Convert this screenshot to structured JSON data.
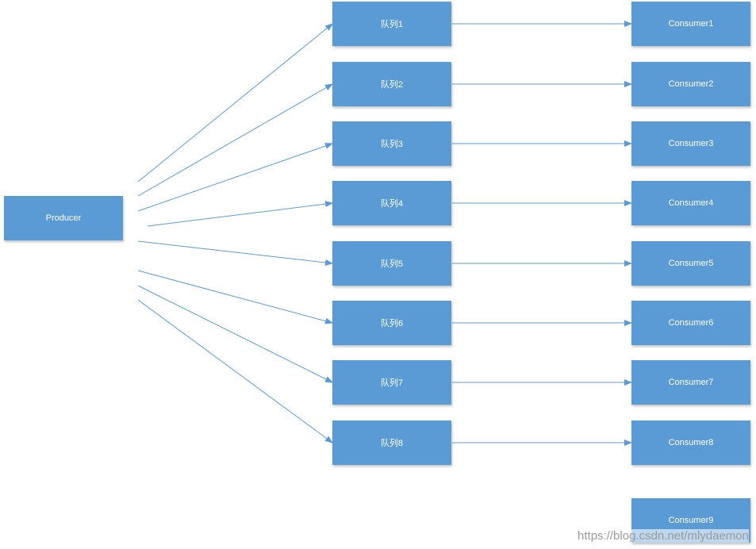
{
  "producer": {
    "label": "Producer"
  },
  "queues": [
    {
      "label": "队列1"
    },
    {
      "label": "队列2"
    },
    {
      "label": "队列3"
    },
    {
      "label": "队列4"
    },
    {
      "label": "队列5"
    },
    {
      "label": "队列6"
    },
    {
      "label": "队列7"
    },
    {
      "label": "队列8"
    }
  ],
  "consumers": [
    {
      "label": "Consumer1"
    },
    {
      "label": "Consumer2"
    },
    {
      "label": "Consumer3"
    },
    {
      "label": "Consumer4"
    },
    {
      "label": "Consumer5"
    },
    {
      "label": "Consumer6"
    },
    {
      "label": "Consumer7"
    },
    {
      "label": "Consumer8"
    },
    {
      "label": "Consumer9"
    }
  ],
  "watermark": "https://blog.csdn.net/mlydaemon",
  "colors": {
    "box": "#5b9bd5",
    "arrow": "#5b9bd5",
    "text": "#ffffff"
  }
}
